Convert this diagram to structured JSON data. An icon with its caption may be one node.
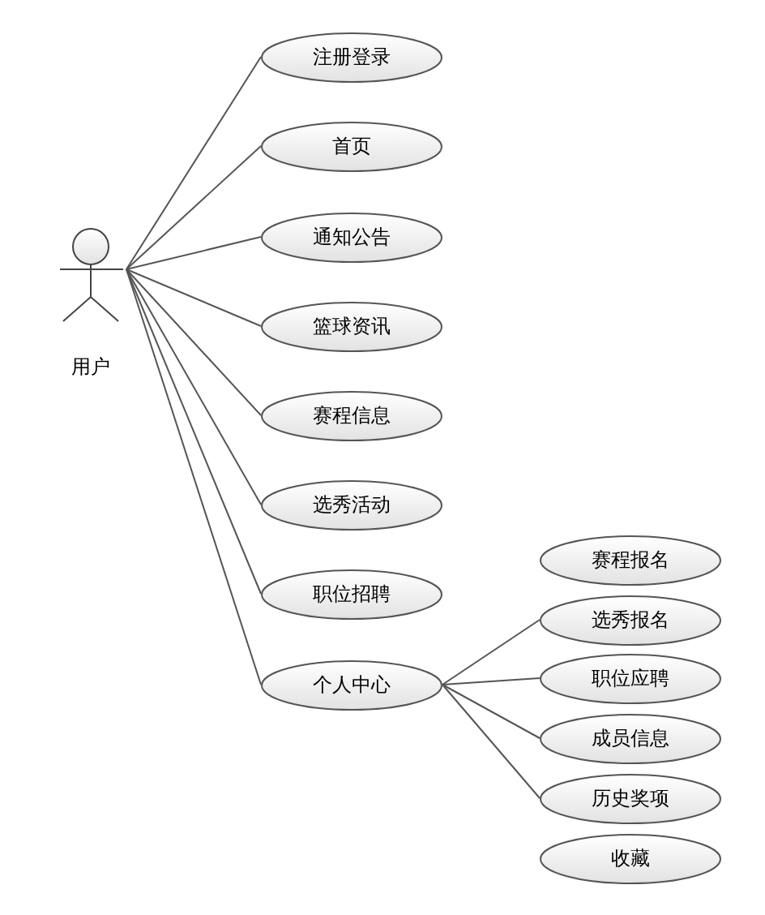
{
  "diagram": {
    "nodes": [
      {
        "text": [
          "用户"
        ]
      },
      {
        "text": [
          "注册登录"
        ]
      },
      {
        "text": [
          "首页"
        ]
      },
      {
        "text": [
          "通知公告"
        ]
      },
      {
        "text": [
          "篮球资讯"
        ]
      },
      {
        "text": [
          "赛程信息"
        ]
      },
      {
        "text": [
          "选秀活动"
        ]
      },
      {
        "text": [
          "职位招聘"
        ]
      },
      {
        "text": [
          "个人中心"
        ]
      },
      {
        "text": [
          "赛程报名"
        ]
      },
      {
        "text": [
          "选秀报名"
        ]
      },
      {
        "text": [
          "职位应聘"
        ]
      },
      {
        "text": [
          "成员信息"
        ]
      },
      {
        "text": [
          "历史奖项"
        ]
      },
      {
        "text": [
          "收藏"
        ]
      }
    ],
    "edges": [
      {
        "from": 0,
        "to": 1,
        "arrow": "none"
      },
      {
        "from": 0,
        "to": 2,
        "arrow": "none"
      },
      {
        "from": 0,
        "to": 3,
        "arrow": "none"
      },
      {
        "from": 0,
        "to": 4,
        "arrow": "none"
      },
      {
        "from": 0,
        "to": 5,
        "arrow": "none"
      },
      {
        "from": 0,
        "to": 6,
        "arrow": "none"
      },
      {
        "from": 0,
        "to": 7,
        "arrow": "none"
      },
      {
        "from": 0,
        "to": 8,
        "arrow": "none"
      },
      {
        "from": 8,
        "to": 10,
        "arrow": "none"
      },
      {
        "from": 8,
        "to": 11,
        "arrow": "none"
      },
      {
        "from": 8,
        "to": 12,
        "arrow": "none"
      },
      {
        "from": 8,
        "to": 13,
        "arrow": "none"
      }
    ]
  }
}
